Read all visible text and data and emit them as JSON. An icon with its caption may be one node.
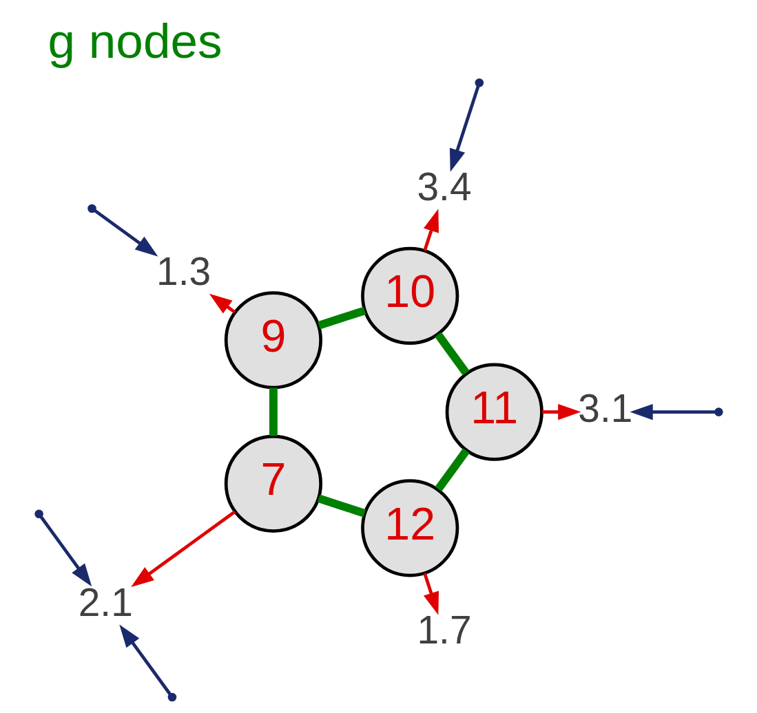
{
  "diagram": {
    "title": "g nodes",
    "nodes": [
      {
        "text": [
          "12"
        ]
      },
      {
        "text": [
          "7"
        ]
      },
      {
        "text": [
          "9"
        ]
      },
      {
        "text": [
          "10"
        ]
      },
      {
        "text": [
          "11"
        ]
      },
      {
        "text": [
          "1.7"
        ]
      },
      {
        "text": [
          "2.1"
        ]
      },
      {
        "text": [
          "1.3"
        ]
      },
      {
        "text": [
          "3.4"
        ]
      },
      {
        "text": [
          "3.1"
        ]
      }
    ],
    "edges": [
      {
        "from": 0,
        "to": 1,
        "arrow": "none",
        "style": "thick",
        "color": "#008000"
      },
      {
        "from": 1,
        "to": 2,
        "arrow": "none",
        "style": "thick",
        "color": "#008000"
      },
      {
        "from": 2,
        "to": 3,
        "arrow": "none",
        "style": "thick",
        "color": "#008000"
      },
      {
        "from": 3,
        "to": 4,
        "arrow": "none",
        "style": "thick",
        "color": "#008000"
      },
      {
        "from": 4,
        "to": 0,
        "arrow": "none",
        "style": "thick",
        "color": "#008000"
      },
      {
        "from": 0,
        "to": 5,
        "arrow": "to",
        "color": "#e00000"
      },
      {
        "from": 1,
        "to": 6,
        "arrow": "to",
        "color": "#e00000"
      },
      {
        "from": 2,
        "to": 7,
        "arrow": "to",
        "color": "#e00000"
      },
      {
        "from": 3,
        "to": 8,
        "arrow": "to",
        "color": "#e00000"
      },
      {
        "from": 4,
        "to": 9,
        "arrow": "to",
        "color": "#e00000"
      },
      {
        "from": null,
        "to": 6,
        "arrow": "to",
        "color": "#1a2a6c"
      },
      {
        "from": null,
        "to": 6,
        "arrow": "to",
        "color": "#1a2a6c"
      },
      {
        "from": null,
        "to": 7,
        "arrow": "to",
        "color": "#1a2a6c"
      },
      {
        "from": null,
        "to": 8,
        "arrow": "to",
        "color": "#1a2a6c"
      },
      {
        "from": null,
        "to": 9,
        "arrow": "to",
        "color": "#1a2a6c"
      }
    ]
  }
}
